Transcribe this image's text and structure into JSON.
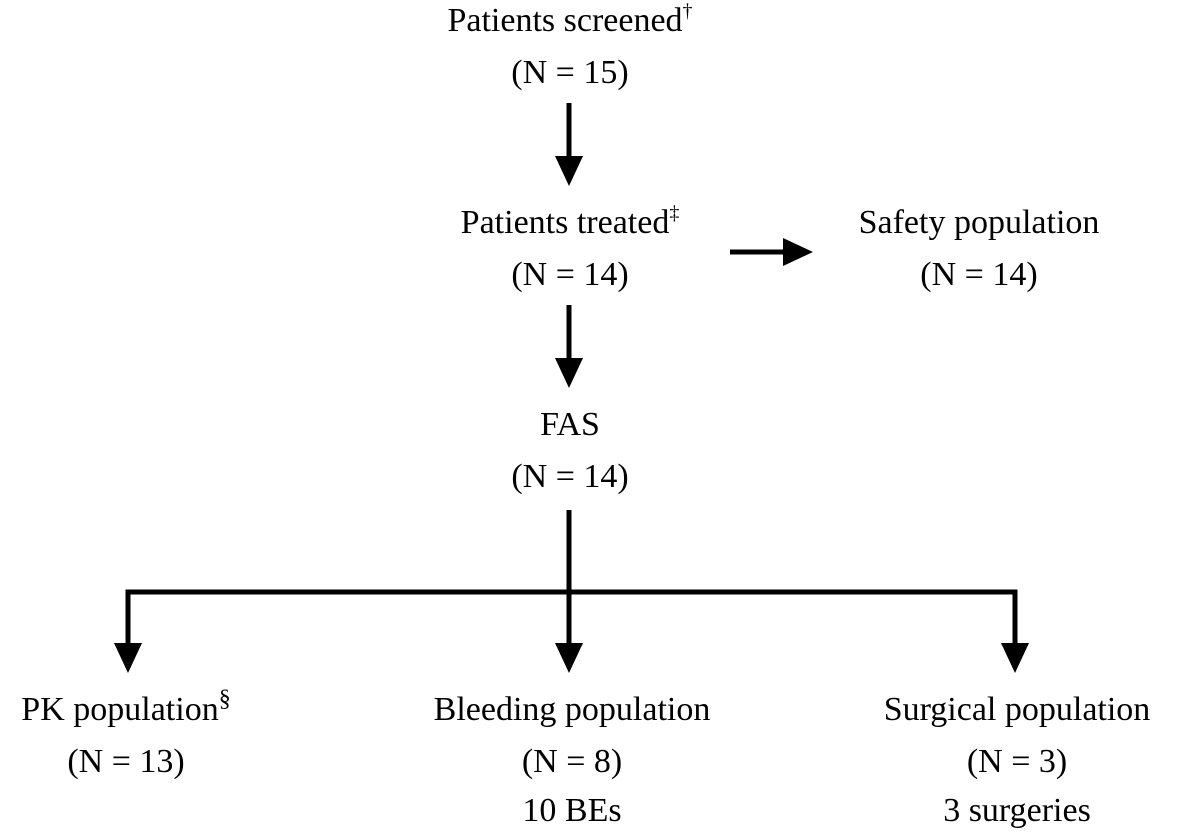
{
  "nodes": {
    "screened": {
      "label": "Patients screened",
      "mark": "†",
      "count": "(N = 15)"
    },
    "treated": {
      "label": "Patients treated",
      "mark": "‡",
      "count": "(N = 14)"
    },
    "safety": {
      "label": "Safety population",
      "count": "(N = 14)"
    },
    "fas": {
      "label": "FAS",
      "count": "(N = 14)"
    },
    "pk": {
      "label": "PK population",
      "mark": "§",
      "count": "(N = 13)"
    },
    "bleeding": {
      "label": "Bleeding population",
      "count": "(N = 8)",
      "note": "10 BEs"
    },
    "surgical": {
      "label": "Surgical population",
      "count": "(N = 3)",
      "note": "3 surgeries"
    }
  },
  "colors": {
    "text": "#000000",
    "arrow": "#000000",
    "background": "#ffffff"
  }
}
